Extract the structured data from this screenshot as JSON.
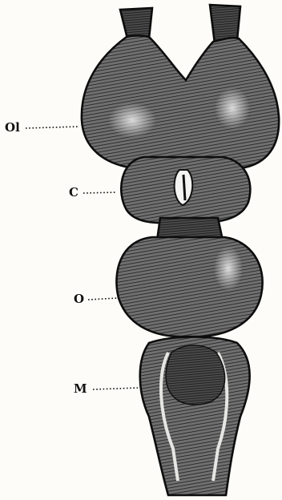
{
  "figure": {
    "subject": "brain-dorsal-view-engraving",
    "labels": [
      {
        "id": "ol",
        "text": "Ol"
      },
      {
        "id": "c",
        "text": "C"
      },
      {
        "id": "o",
        "text": "O"
      },
      {
        "id": "m",
        "text": "M"
      }
    ],
    "colors": {
      "paper": "#fdfcf8",
      "ink": "#111111",
      "tissue": "#6a6a6a",
      "highlight": "#bdbdbd"
    }
  }
}
